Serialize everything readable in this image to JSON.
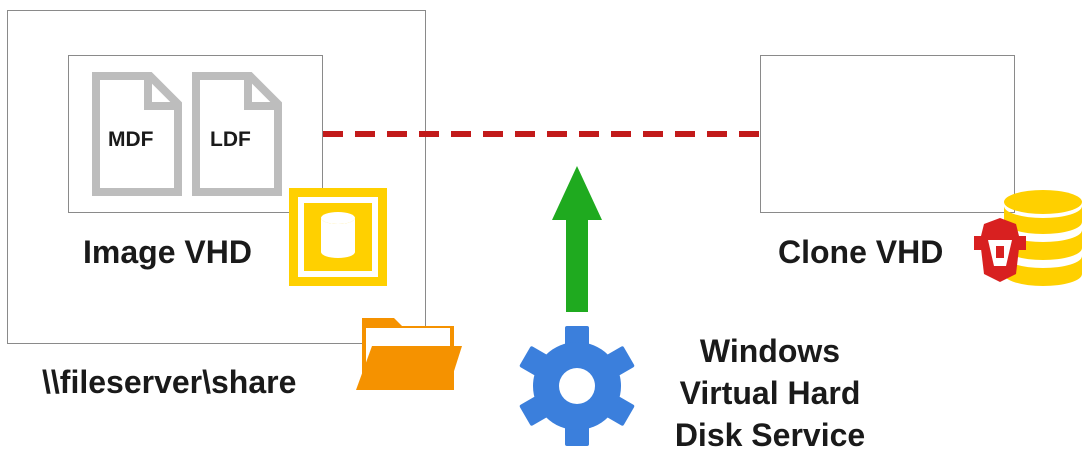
{
  "share": {
    "path_label": "\\\\fileserver\\share"
  },
  "image_vhd": {
    "label": "Image VHD",
    "files": [
      {
        "label": "MDF",
        "icon": "document-icon"
      },
      {
        "label": "LDF",
        "icon": "document-icon"
      }
    ]
  },
  "clone_vhd": {
    "label": "Clone VHD"
  },
  "service": {
    "line1": "Windows",
    "line2": "Virtual Hard",
    "line3": "Disk Service",
    "icon": "gear-icon"
  },
  "icons": {
    "sql_instance": "sql-database-icon",
    "folder": "folder-icon",
    "clone_db": "database-clone-icon",
    "arrow": "up-arrow-icon"
  },
  "colors": {
    "dashed_link": "#c21a1a",
    "arrow": "#1faa1f",
    "gear": "#3b7fdc",
    "folder": "#f59200",
    "sql_yellow": "#ffd000",
    "doc_gray": "#bdbdbd",
    "clone_red": "#d82020"
  }
}
